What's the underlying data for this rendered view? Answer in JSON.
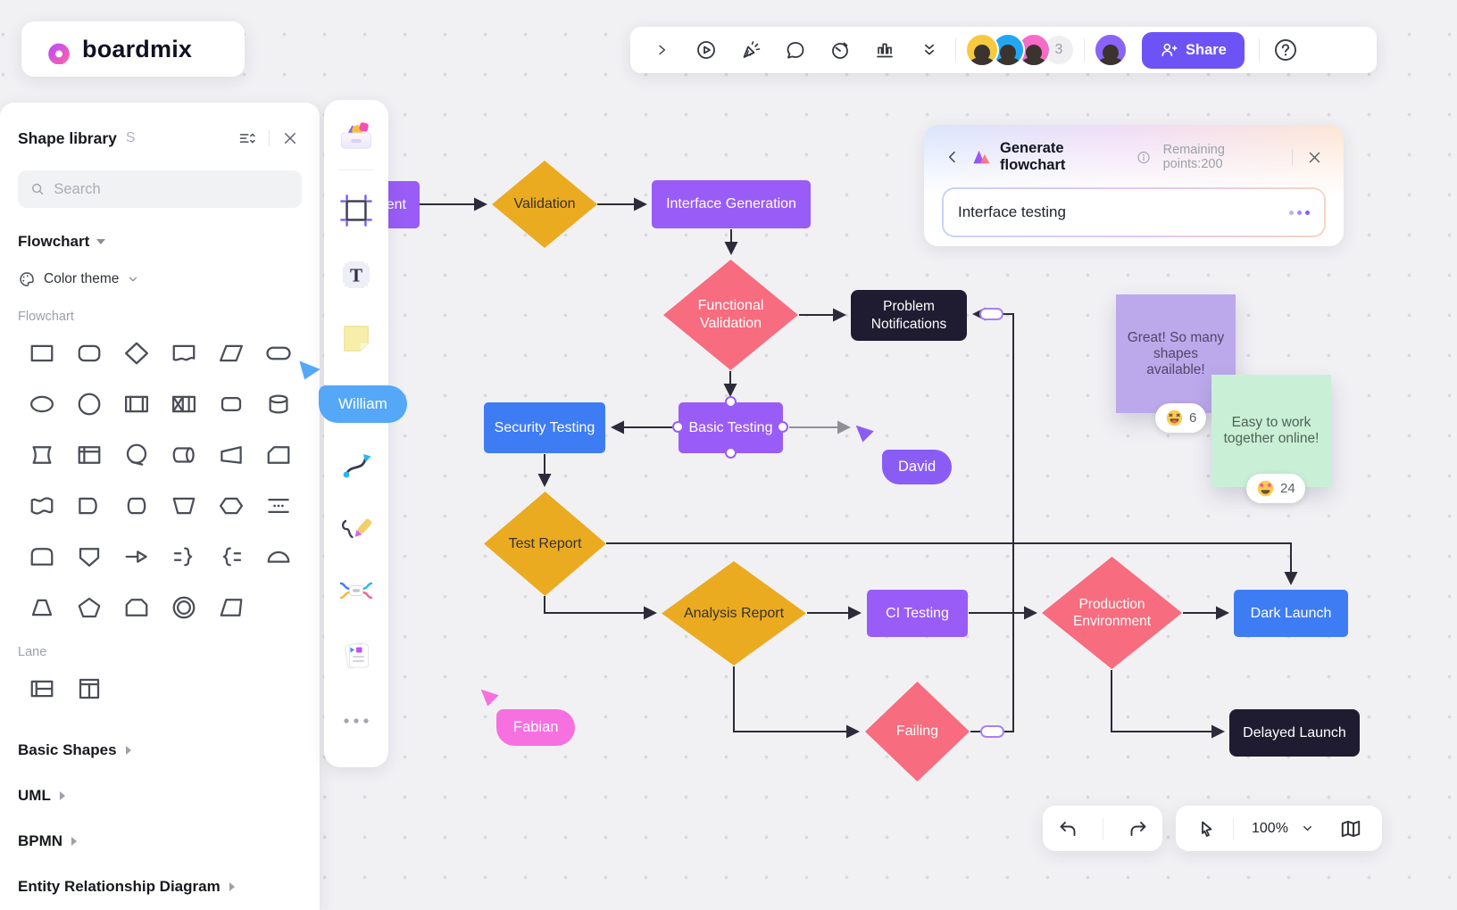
{
  "brand": {
    "name": "boardmix"
  },
  "top_toolbar": {
    "participants_overflow": "3",
    "share_label": "Share"
  },
  "ai_panel": {
    "title": "Generate flowchart",
    "points_label": "Remaining points:200",
    "input_value": "Interface testing"
  },
  "shape_library": {
    "title": "Shape library",
    "shortcut_hint": "S",
    "search_placeholder": "Search",
    "category_label": "Flowchart",
    "color_theme_label": "Color theme",
    "flowchart_section_label": "Flowchart",
    "lane_section_label": "Lane",
    "flowchart_shapes": [
      "process",
      "rounded-process",
      "decision",
      "document",
      "data",
      "terminator",
      "ellipse",
      "circle",
      "predefined-process",
      "collate",
      "alternate-process",
      "database",
      "display",
      "internal-storage",
      "manual-loop",
      "direct-access",
      "manual-operation",
      "card",
      "paper-tape",
      "delay",
      "stored-data",
      "manual-input",
      "preparation",
      "ellipsis",
      "off-page-rounded",
      "off-page-connector",
      "merge",
      "annotation-right",
      "annotation-left",
      "half-circle",
      "trapezoid",
      "pentagon",
      "loop-limit",
      "or-junction",
      "slanted-process"
    ],
    "lane_shapes": [
      "lane-horizontal",
      "lane-vertical"
    ],
    "collapsed_sections": [
      "Basic Shapes",
      "UML",
      "BPMN",
      "Entity Relationship Diagram"
    ]
  },
  "canvas": {
    "nodes": {
      "partial": {
        "label": "ent",
        "color": "#9A5CF6"
      },
      "validation": {
        "label": "Validation",
        "color": "#EBAB21"
      },
      "interface_generation": {
        "label": "Interface Generation",
        "color": "#9A5CF6"
      },
      "functional_validation": {
        "label": "Functional Validation",
        "color": "#F76C7E"
      },
      "problem_notifications": {
        "label": "Problem Notifications",
        "color": "#1F1B30"
      },
      "security_testing": {
        "label": "Security Testing",
        "color": "#3E7CF4"
      },
      "basic_testing": {
        "label": "Basic Testing",
        "color": "#9A5CF6"
      },
      "test_report": {
        "label": "Test Report",
        "color": "#EBAB21"
      },
      "analysis_report": {
        "label": "Analysis Report",
        "color": "#EBAB21"
      },
      "ci_testing": {
        "label": "CI Testing",
        "color": "#9A5CF6"
      },
      "production_environment": {
        "label": "Production Environment",
        "color": "#F76C7E"
      },
      "dark_launch": {
        "label": "Dark Launch",
        "color": "#3E7CF4"
      },
      "failing": {
        "label": "Failing",
        "color": "#F76C7E"
      },
      "delayed_launch": {
        "label": "Delayed Launch",
        "color": "#1F1B30"
      }
    },
    "cursors": [
      {
        "name": "William",
        "color": "#54A8F7"
      },
      {
        "name": "David",
        "color": "#8A5CF6"
      },
      {
        "name": "Fabian",
        "color": "#F670DF"
      }
    ],
    "stickies": [
      {
        "text": "Great! So many shapes available!",
        "color": "#BCA9EB",
        "reaction_icon": "laughing-emoji",
        "reaction_count": "6"
      },
      {
        "text": "Easy to work together online!",
        "color": "#C9F0D6",
        "reaction_icon": "star-struck-emoji",
        "reaction_count": "24"
      }
    ]
  },
  "bottom_controls": {
    "zoom_level": "100%"
  }
}
